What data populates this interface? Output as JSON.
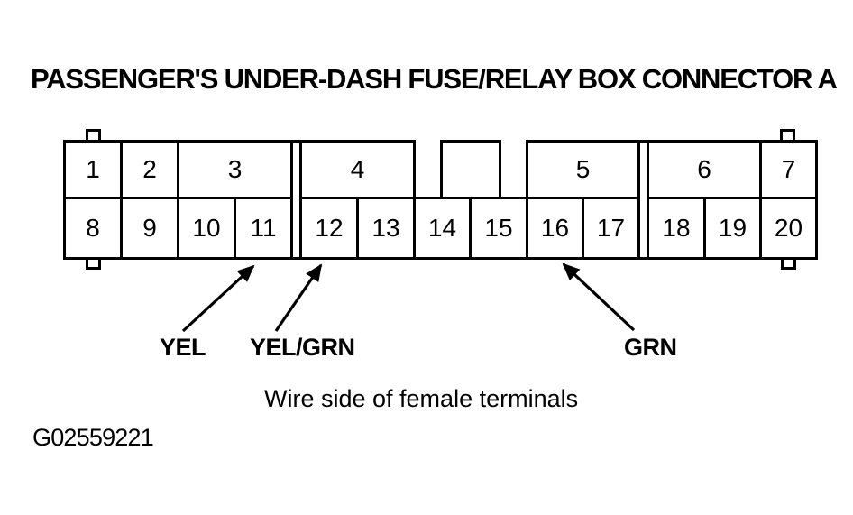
{
  "title": "PASSENGER'S UNDER-DASH FUSE/RELAY BOX CONNECTOR A",
  "connector": {
    "top_row_cavities": [
      {
        "label": "1",
        "span": 1
      },
      {
        "label": "2",
        "span": 1
      },
      {
        "label": "3",
        "span": 2
      },
      {
        "type": "divider"
      },
      {
        "label": "4",
        "span": 2
      },
      {
        "type": "gap"
      },
      {
        "label": "",
        "span": 1
      },
      {
        "type": "gap"
      },
      {
        "label": "5",
        "span": 2
      },
      {
        "type": "divider"
      },
      {
        "label": "6",
        "span": 2
      },
      {
        "label": "7",
        "span": 1
      }
    ],
    "bottom_row_pins": [
      "8",
      "9",
      "10",
      "11",
      "12",
      "13",
      "14",
      "15",
      "16",
      "17",
      "18",
      "19",
      "20"
    ],
    "view_note": "Wire side of female terminals"
  },
  "wire_labels": [
    {
      "text": "YEL",
      "points_to_pin": "11"
    },
    {
      "text": "YEL/GRN",
      "points_to_pin": "12"
    },
    {
      "text": "GRN",
      "points_to_pin": "16"
    }
  ],
  "figure_id": "G02559221",
  "colors": {
    "ink": "#000000",
    "paper": "#ffffff"
  }
}
